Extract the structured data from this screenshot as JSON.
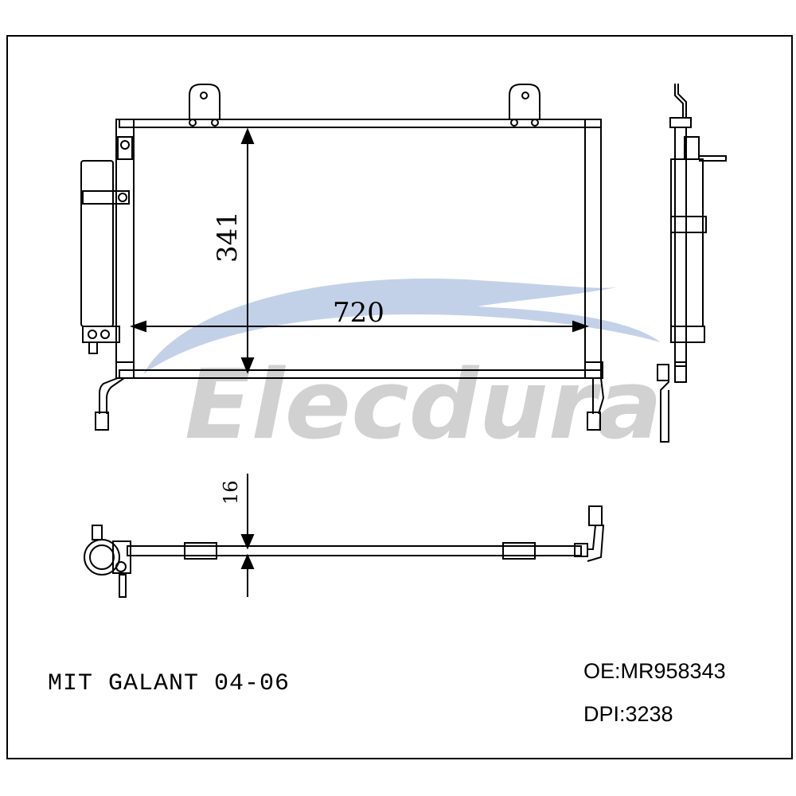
{
  "watermark": {
    "brand": "Elecdura",
    "swoosh_color": "#b9c9e4",
    "text_color": "#c9c9c9"
  },
  "dimensions": {
    "height": "341",
    "width": "720",
    "thickness": "16"
  },
  "labels": {
    "model": "MIT GALANT 04-06",
    "oe": "OE:MR958343",
    "dpi": "DPI:3238"
  },
  "colors": {
    "line": "#000000",
    "background": "#ffffff"
  }
}
